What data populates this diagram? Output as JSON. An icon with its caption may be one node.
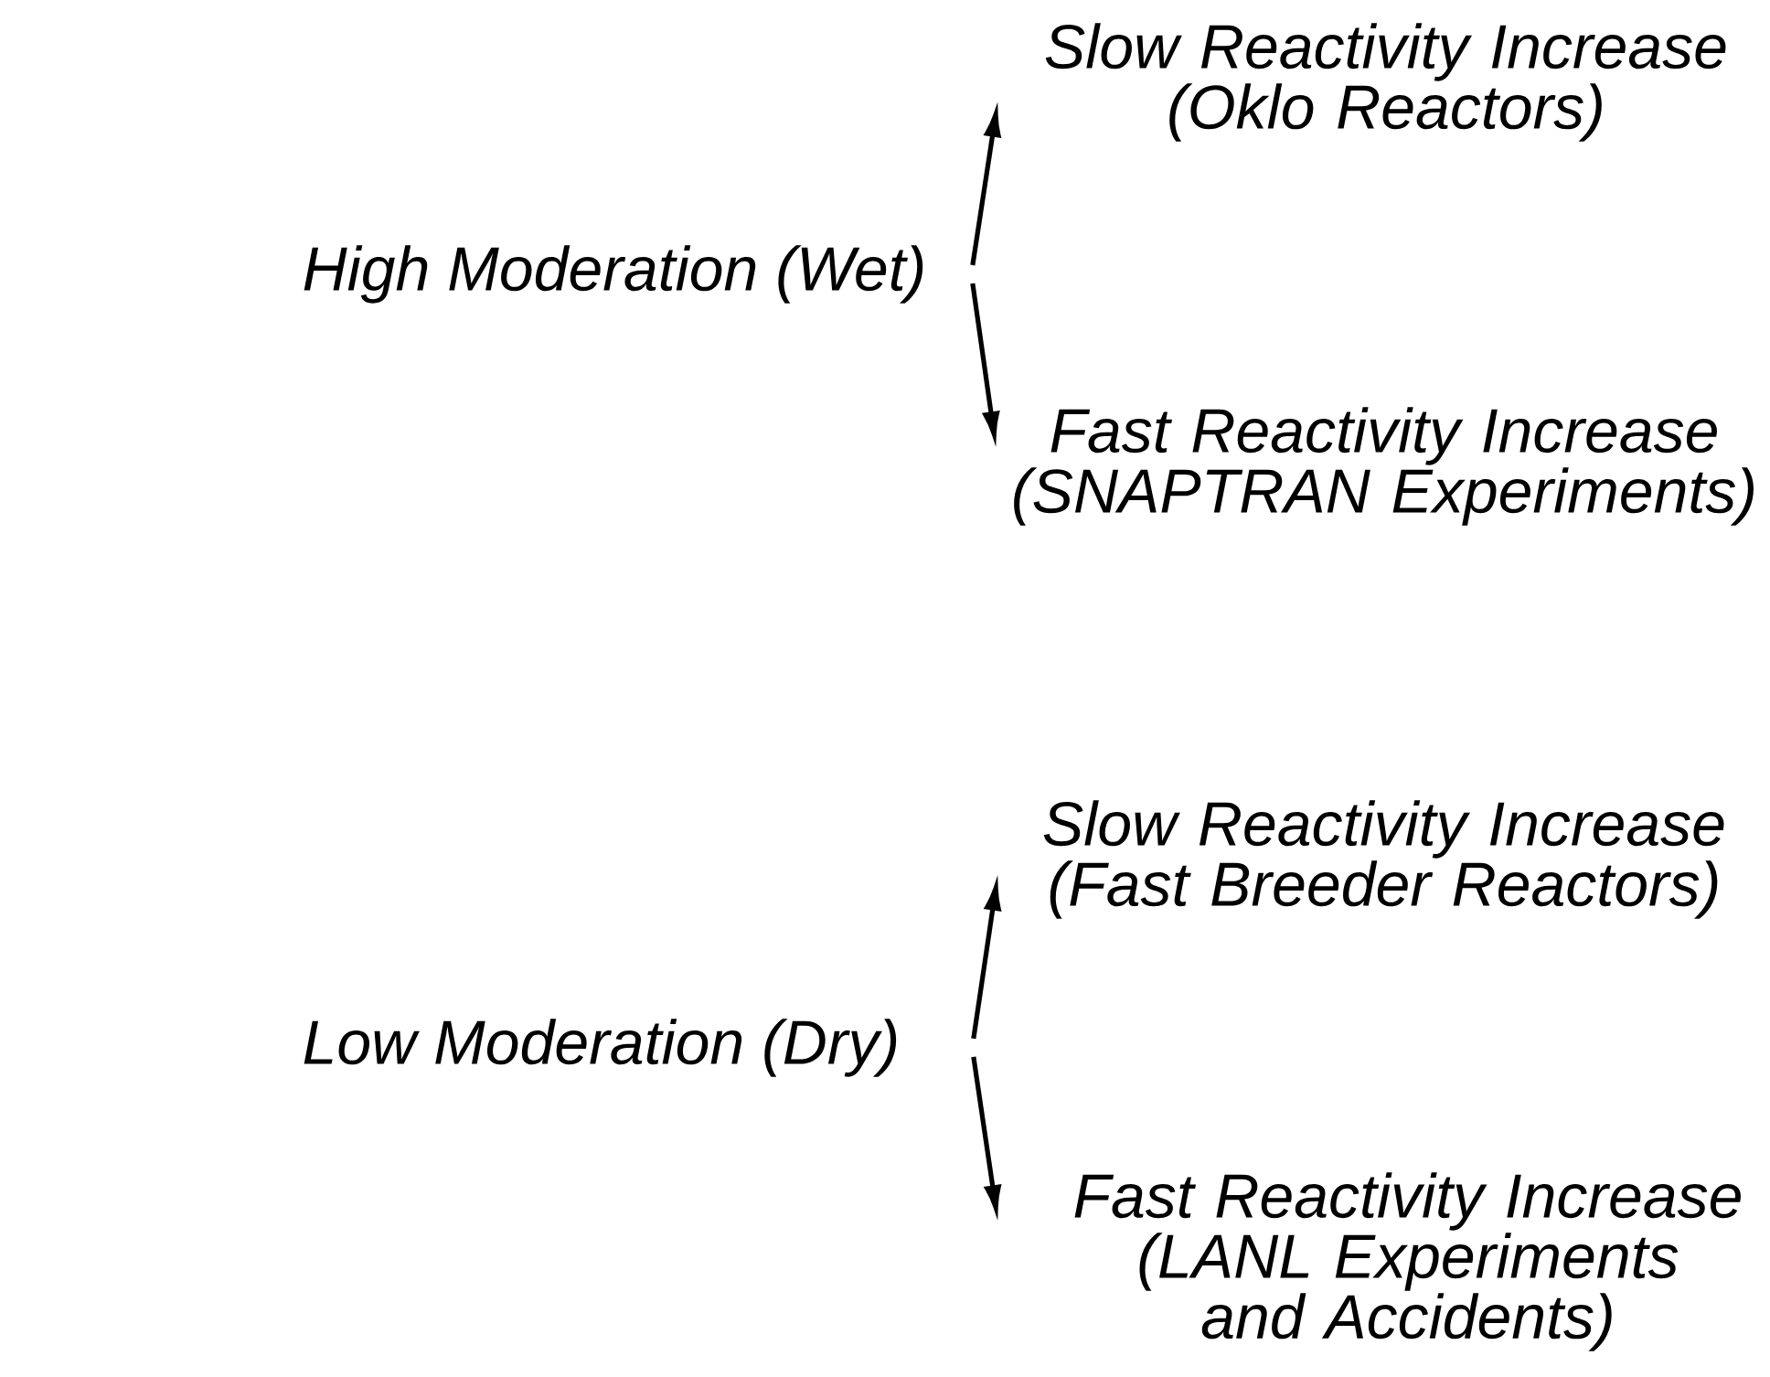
{
  "diagram": {
    "nodes": [
      {
        "text": [
          "High Moderation (Wet)"
        ]
      },
      {
        "text": [
          "Slow Reactivity Increase (Oklo Reactors)"
        ]
      },
      {
        "text": [
          "Fast Reactivity Increase (SNAPTRAN Experiments)"
        ]
      },
      {
        "text": [
          "Low Moderation (Dry)"
        ]
      },
      {
        "text": [
          "Slow Reactivity Increase (Fast Breeder Reactors)"
        ]
      },
      {
        "text": [
          "Fast Reactivity Increase (LANL Experiments and Accidents)"
        ]
      }
    ],
    "edges": [
      {
        "from": 0,
        "to": 1,
        "arrow": "to"
      },
      {
        "from": 0,
        "to": 2,
        "arrow": "to"
      },
      {
        "from": 3,
        "to": 4,
        "arrow": "to"
      },
      {
        "from": 3,
        "to": 5,
        "arrow": "to"
      }
    ]
  }
}
